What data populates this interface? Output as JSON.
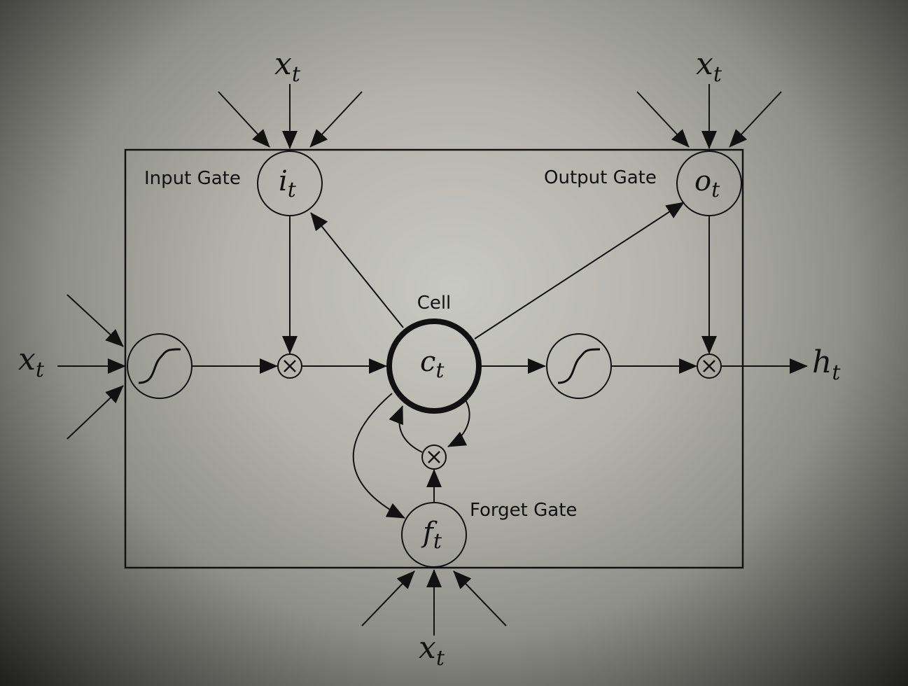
{
  "labels": {
    "input_gate": "Input Gate",
    "output_gate": "Output Gate",
    "forget_gate": "Forget Gate",
    "cell": "Cell"
  },
  "math": {
    "x": "x",
    "t": "t",
    "i": "i",
    "o": "o",
    "f": "f",
    "c": "c",
    "h": "h"
  },
  "nodes": [
    {
      "id": "input-gate",
      "symbol": "i_t",
      "kind": "gate"
    },
    {
      "id": "output-gate",
      "symbol": "o_t",
      "kind": "gate"
    },
    {
      "id": "forget-gate",
      "symbol": "f_t",
      "kind": "gate"
    },
    {
      "id": "cell",
      "symbol": "c_t",
      "kind": "memory-cell"
    },
    {
      "id": "input-squash",
      "symbol": "sigmoid",
      "kind": "activation"
    },
    {
      "id": "output-squash",
      "symbol": "sigmoid",
      "kind": "activation"
    },
    {
      "id": "input-multiply",
      "symbol": "×",
      "kind": "multiply"
    },
    {
      "id": "output-multiply",
      "symbol": "×",
      "kind": "multiply"
    },
    {
      "id": "forget-multiply",
      "symbol": "×",
      "kind": "multiply"
    }
  ],
  "edges": [
    {
      "from": "x_t",
      "to": "input-squash"
    },
    {
      "from": "input-squash",
      "to": "input-multiply"
    },
    {
      "from": "input-gate",
      "to": "input-multiply"
    },
    {
      "from": "input-multiply",
      "to": "cell"
    },
    {
      "from": "cell",
      "to": "input-gate"
    },
    {
      "from": "cell",
      "to": "output-gate"
    },
    {
      "from": "cell",
      "to": "output-squash"
    },
    {
      "from": "output-squash",
      "to": "output-multiply"
    },
    {
      "from": "output-gate",
      "to": "output-multiply"
    },
    {
      "from": "output-multiply",
      "to": "h_t"
    },
    {
      "from": "cell",
      "to": "forget-gate"
    },
    {
      "from": "cell",
      "to": "forget-multiply"
    },
    {
      "from": "forget-gate",
      "to": "forget-multiply"
    },
    {
      "from": "forget-multiply",
      "to": "cell"
    },
    {
      "from": "x_t",
      "to": "input-gate"
    },
    {
      "from": "x_t",
      "to": "output-gate"
    },
    {
      "from": "x_t",
      "to": "forget-gate"
    }
  ]
}
